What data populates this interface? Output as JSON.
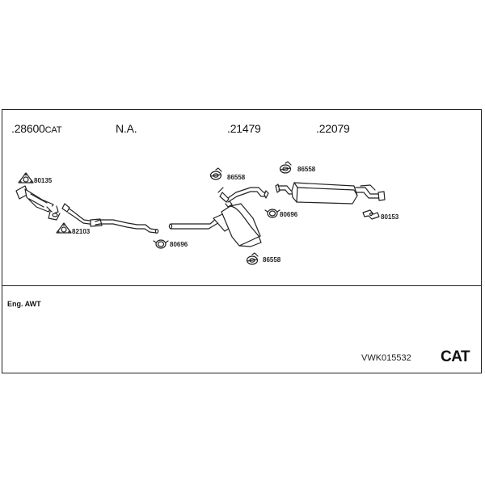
{
  "part_numbers": [
    {
      "number": ".28600",
      "suffix": "CAT"
    },
    {
      "number": "N.A.",
      "suffix": ""
    },
    {
      "number": ".21479",
      "suffix": ""
    },
    {
      "number": ".22079",
      "suffix": ""
    }
  ],
  "component_labels": {
    "gasket_front": "80135",
    "gasket_lower": "82103",
    "clamp_center": "80696",
    "hanger_mid_top": "86558",
    "hanger_mid_bottom": "86558",
    "clamp_rear": "80696",
    "hanger_rear_top": "86558",
    "mount_rear": "80153"
  },
  "note": "Eng. AWT",
  "kit_code": "VWK015532",
  "kit_type": "CAT"
}
